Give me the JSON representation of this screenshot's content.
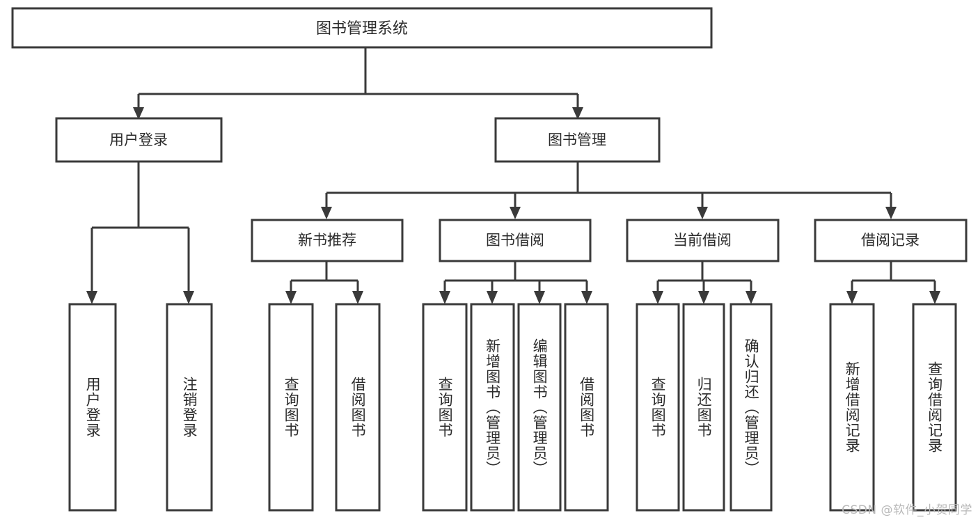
{
  "diagram": {
    "type": "tree",
    "title": "图书管理系统",
    "watermark": "CSDN @软件_小贺同学",
    "colors": {
      "stroke": "#3a3a3a",
      "fill": "#ffffff",
      "text": "#2b2b2b",
      "watermark": "#b9b9b9",
      "background": "#ffffff"
    },
    "levels": {
      "root": {
        "label": "图书管理系统"
      },
      "level2": [
        {
          "label": "用户登录"
        },
        {
          "label": "图书管理"
        }
      ],
      "level3": [
        {
          "label": "新书推荐"
        },
        {
          "label": "图书借阅"
        },
        {
          "label": "当前借阅"
        },
        {
          "label": "借阅记录"
        }
      ],
      "leaves_user_login": [
        {
          "label": "用户登录"
        },
        {
          "label": "注销登录"
        }
      ],
      "leaves_new_book": [
        {
          "label": "查询图书"
        },
        {
          "label": "借阅图书"
        }
      ],
      "leaves_borrow": [
        {
          "label": "查询图书"
        },
        {
          "label": "新增图书（管理员）"
        },
        {
          "label": "编辑图书（管理员）"
        },
        {
          "label": "借阅图书"
        }
      ],
      "leaves_current": [
        {
          "label": "查询图书"
        },
        {
          "label": "归还图书"
        },
        {
          "label": "确认归还（管理员）"
        }
      ],
      "leaves_records": [
        {
          "label": "新增借阅记录"
        },
        {
          "label": "查询借阅记录"
        }
      ]
    }
  }
}
